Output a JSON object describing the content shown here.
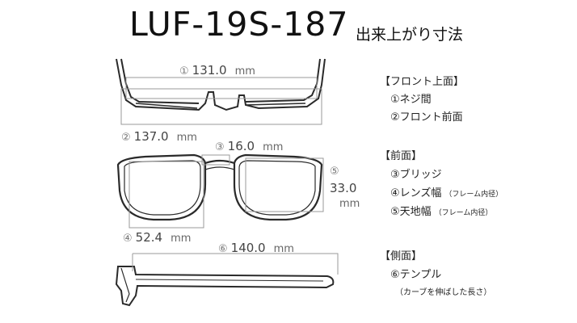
{
  "title": "LUF-19S-187",
  "subtitle": "出来上がり寸法",
  "dimensions": [
    {
      "id": "d1",
      "marker": "①",
      "value": "131.0",
      "unit": "mm"
    },
    {
      "id": "d2",
      "marker": "②",
      "value": "137.0",
      "unit": "mm"
    },
    {
      "id": "d3",
      "marker": "③",
      "value": "16.0",
      "unit": "mm"
    },
    {
      "id": "d4",
      "marker": "④",
      "value": "52.4",
      "unit": "mm"
    },
    {
      "id": "d5",
      "marker": "⑤",
      "value": "33.0",
      "unit": "mm"
    },
    {
      "id": "d6",
      "marker": "⑥",
      "value": "140.0",
      "unit": "mm"
    }
  ],
  "legend": {
    "front_top": {
      "heading": "【フロント上面】",
      "items": [
        "①ネジ間",
        "②フロント前面"
      ]
    },
    "front": {
      "heading": "【前面】",
      "items": [
        "③ブリッジ",
        "④レンズ幅",
        "⑤天地幅"
      ],
      "item_notes": [
        "",
        "（フレーム内径）",
        "（フレーム内径）"
      ]
    },
    "side": {
      "heading": "【側面】",
      "items": [
        "⑥テンプル"
      ],
      "note": "（カーブを伸ばした長さ）"
    }
  },
  "colors": {
    "frame": "#2a2a2a",
    "guide": "#9a9a9a",
    "text": "#222222"
  }
}
